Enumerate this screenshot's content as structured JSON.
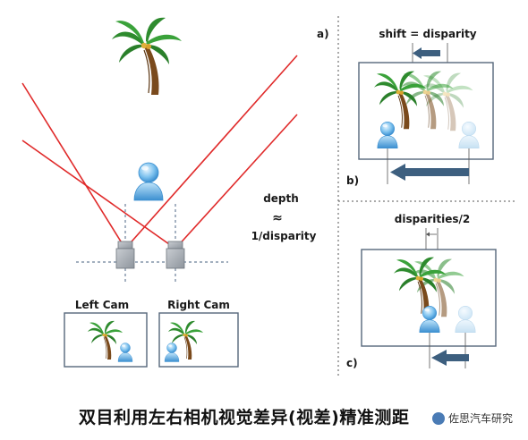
{
  "panel_labels": {
    "a": "a)",
    "b": "b)",
    "c": "c)"
  },
  "shift_label": "shift = disparity",
  "depth_label": "depth",
  "approx_symbol": "≈",
  "inv_disparity_label": "1/disparity",
  "disparities_half_label": "disparities/2",
  "left_cam_label": "Left Cam",
  "right_cam_label": "Right Cam",
  "caption": "双目利用左右相机视觉差异(视差)精准测距",
  "watermark": "佐思汽车研究",
  "colors": {
    "ray": "#e02a2a",
    "arrow": "#3d5f7f",
    "person": "#56a8e0",
    "palm_leaf": "#2e8b2e",
    "trunk": "#7a4a1c",
    "frame_border": "#56667a"
  }
}
